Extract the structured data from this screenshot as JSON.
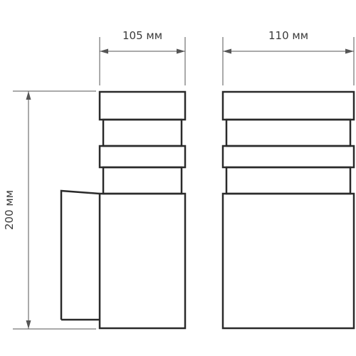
{
  "dimensions": {
    "side_width": "105 мм",
    "front_width": "110 мм",
    "height": "200 мм"
  },
  "colors": {
    "outline": "#2a2a2a",
    "dimension_line": "#555555",
    "text": "#3a3a3a",
    "background": "#ffffff"
  }
}
